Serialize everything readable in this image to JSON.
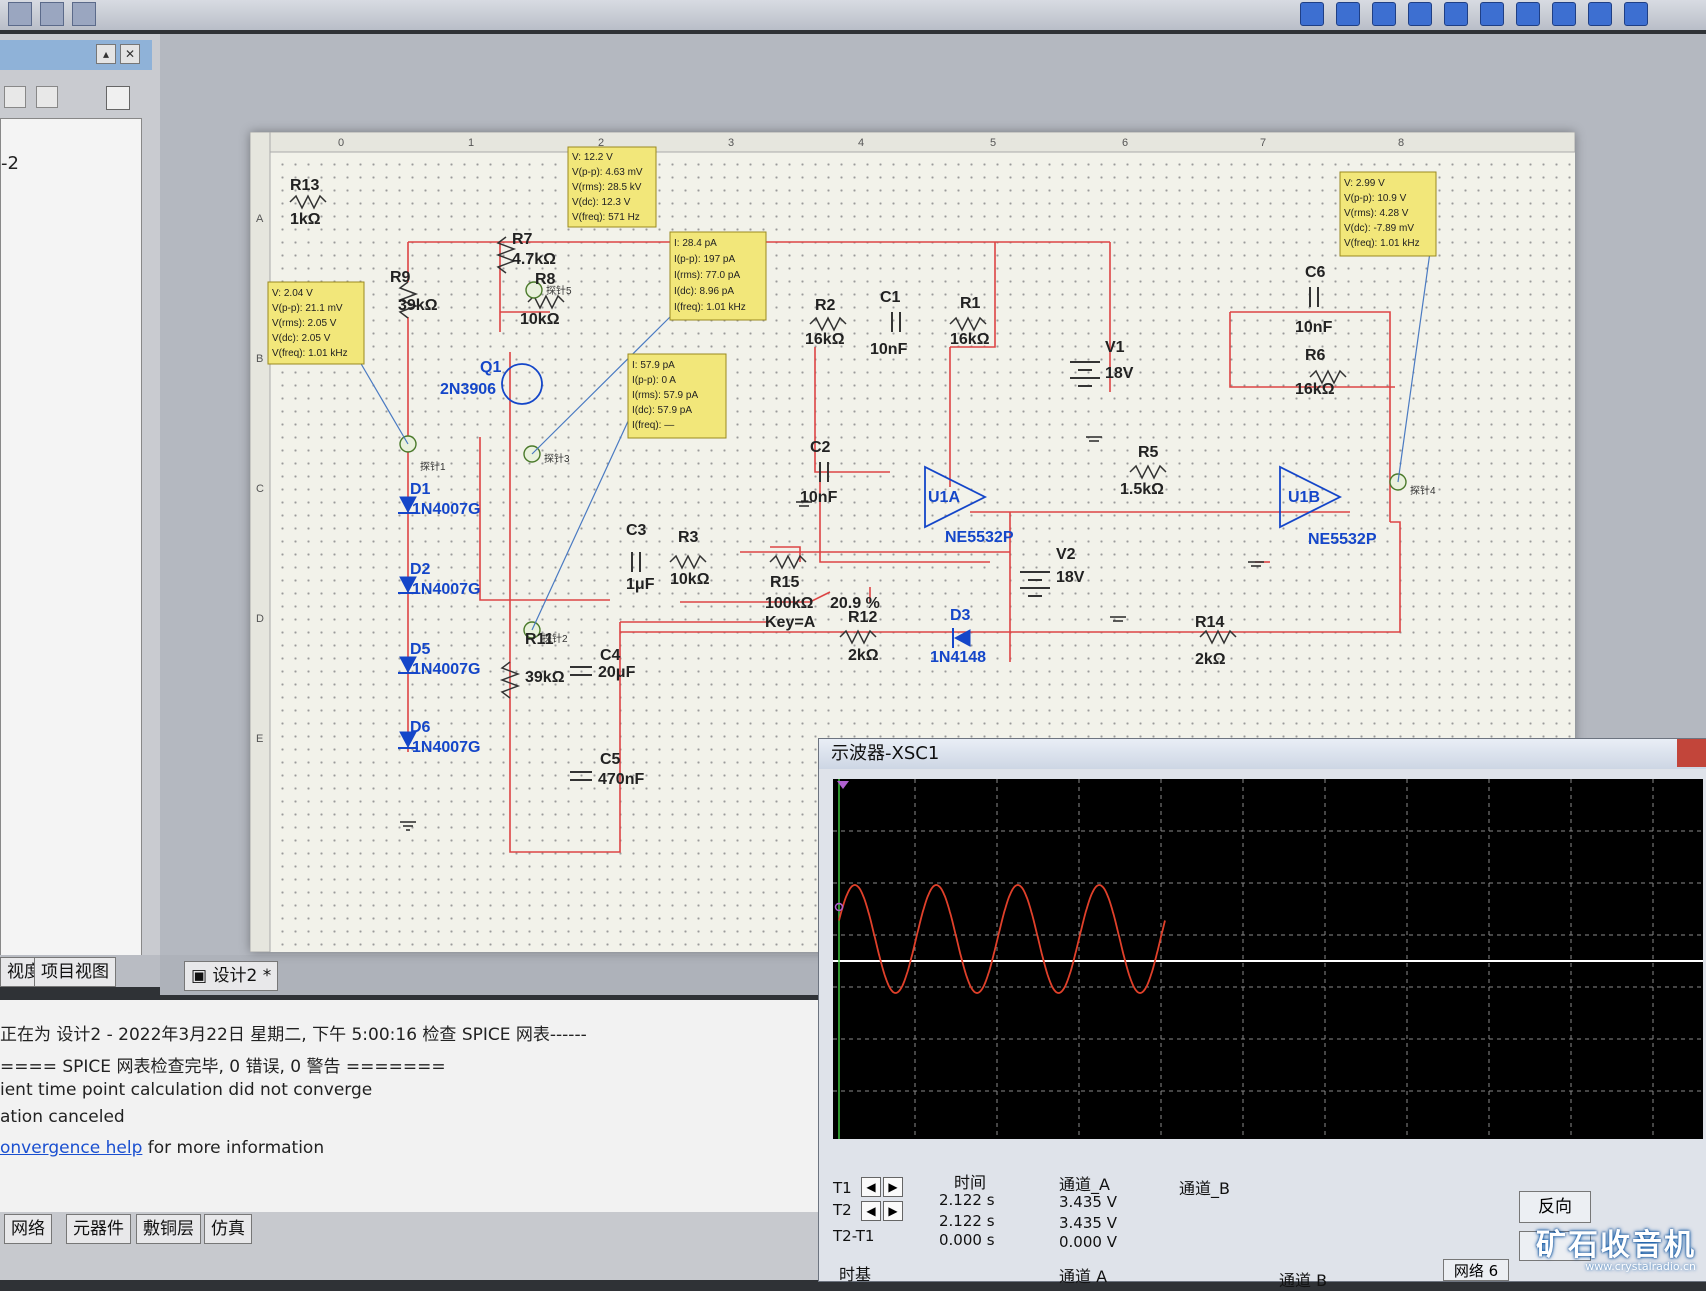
{
  "schematic": {
    "column_numbers": [
      "0",
      "1",
      "2",
      "3",
      "4",
      "5",
      "6",
      "7",
      "8"
    ],
    "row_letters": [
      "A",
      "B",
      "C",
      "D",
      "E"
    ],
    "components": {
      "R13": {
        "ref": "R13",
        "value": "1kΩ"
      },
      "R9": {
        "ref": "R9",
        "value": "39kΩ"
      },
      "R7": {
        "ref": "R7",
        "value": "4.7kΩ"
      },
      "R8": {
        "ref": "R8",
        "value": "10kΩ"
      },
      "Q1": {
        "ref": "Q1",
        "value": "2N3906"
      },
      "D1": {
        "ref": "D1",
        "value": "1N4007G"
      },
      "D2": {
        "ref": "D2",
        "value": "1N4007G"
      },
      "D5": {
        "ref": "D5",
        "value": "1N4007G"
      },
      "D6": {
        "ref": "D6",
        "value": "1N4007G"
      },
      "R11": {
        "ref": "R11",
        "value": "39kΩ"
      },
      "C4": {
        "ref": "C4",
        "value": "20μF"
      },
      "C5": {
        "ref": "C5",
        "value": "470nF"
      },
      "C3": {
        "ref": "C3",
        "value": "1μF"
      },
      "R3": {
        "ref": "R3",
        "value": "10kΩ"
      },
      "R15": {
        "ref": "R15",
        "value": "100kΩ",
        "percent": "20.9 %",
        "key": "Key=A"
      },
      "R12": {
        "ref": "R12",
        "value": "2kΩ"
      },
      "D3": {
        "ref": "D3",
        "value": "1N4148"
      },
      "R14": {
        "ref": "R14",
        "value": "2kΩ"
      },
      "R2": {
        "ref": "R2",
        "value": "16kΩ"
      },
      "C1": {
        "ref": "C1",
        "value": "10nF"
      },
      "R1": {
        "ref": "R1",
        "value": "16kΩ"
      },
      "C2": {
        "ref": "C2",
        "value": "10nF"
      },
      "U1A": {
        "ref": "U1A",
        "value": "NE5532P"
      },
      "V1": {
        "ref": "V1",
        "value": "18V"
      },
      "V2": {
        "ref": "V2",
        "value": "18V"
      },
      "R5": {
        "ref": "R5",
        "value": "1.5kΩ"
      },
      "C6": {
        "ref": "C6",
        "value": "10nF"
      },
      "R6": {
        "ref": "R6",
        "value": "16kΩ"
      },
      "U1B": {
        "ref": "U1B",
        "value": "NE5532P"
      }
    },
    "probe_labels": {
      "p1": "探针1",
      "p2": "探针2",
      "p3": "探针3",
      "p4": "探针4",
      "p5": "探针5"
    },
    "probe_boxes": {
      "probe5": [
        "V: 12.2 V",
        "V(p-p): 4.63 mV",
        "V(rms): 28.5 kV",
        "V(dc): 12.3 V",
        "V(freq): 571 Hz"
      ],
      "probe1": [
        "V: 2.04 V",
        "V(p-p): 21.1 mV",
        "V(rms): 2.05 V",
        "V(dc): 2.05 V",
        "V(freq): 1.01 kHz"
      ],
      "probe3": [
        "I: 28.4 pA",
        "I(p-p): 197 pA",
        "I(rms): 77.0 pA",
        "I(dc): 8.96 pA",
        "I(freq): 1.01 kHz"
      ],
      "probe2": [
        "I: 57.9 pA",
        "I(p-p): 0 A",
        "I(rms): 57.9 pA",
        "I(dc): 57.9 pA",
        "I(freq): —"
      ],
      "probe4": [
        "V: 2.99 V",
        "V(p-p): 10.9 V",
        "V(rms): 4.28 V",
        "V(dc): -7.89 mV",
        "V(freq): 1.01 kHz"
      ]
    }
  },
  "left_panel": {
    "partial_item": "-2",
    "tabs": [
      "视度",
      "项目视图"
    ]
  },
  "design_tab": {
    "label": "设计2 *"
  },
  "output": {
    "lines": [
      "正在为 设计2 - 2022年3月22日 星期二, 下午 5:00:16 检查 SPICE 网表------",
      "==== SPICE 网表检查完毕, 0 错误, 0 警告 =======",
      "ient time point calculation did not converge",
      "ation canceled"
    ],
    "help_link": "onvergence help",
    "help_suffix": " for more information"
  },
  "bottom_tabs": [
    "网络",
    "元器件",
    "敷铜层",
    "仿真"
  ],
  "oscilloscope": {
    "title": "示波器-XSC1",
    "readout": {
      "headers": {
        "time": "时间",
        "ch_a": "通道_A",
        "ch_b": "通道_B"
      },
      "rows": [
        {
          "label": "T1",
          "time": "2.122 s",
          "ch_a": "3.435 V",
          "ch_b": ""
        },
        {
          "label": "T2",
          "time": "2.122 s",
          "ch_a": "3.435 V",
          "ch_b": ""
        },
        {
          "label": "T2-T1",
          "time": "0.000 s",
          "ch_a": "0.000 V",
          "ch_b": ""
        }
      ]
    },
    "reverse_button": "反向",
    "timebase_label": "时基",
    "channel_a_label": "通道 A",
    "channel_b_label": "通道 B",
    "network_label": "网络",
    "network_value": "6",
    "trace_color": "#e0402a",
    "trace_cycles": 4
  },
  "watermark": {
    "cn": "矿石收音机",
    "url": "www.crystalradio.cn"
  }
}
